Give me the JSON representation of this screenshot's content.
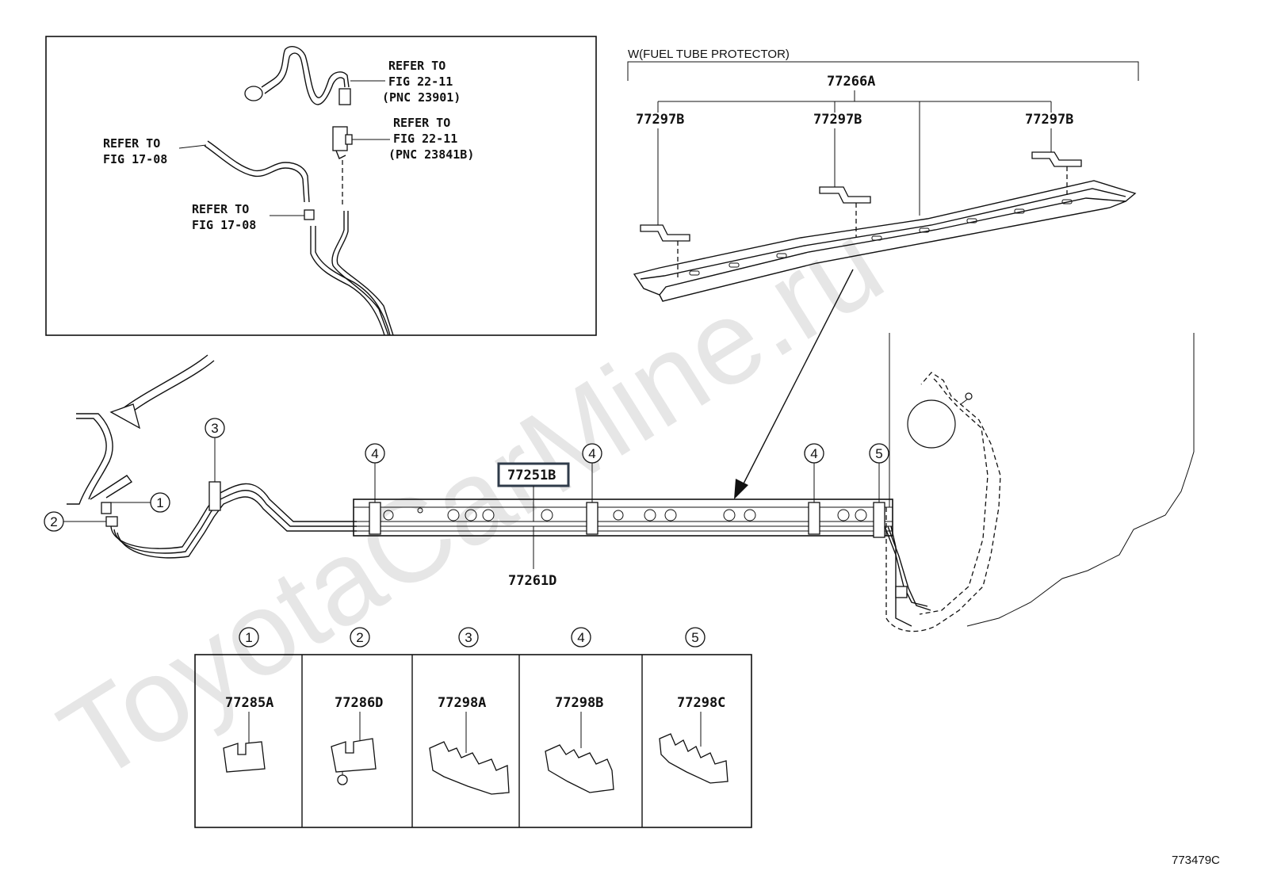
{
  "watermark": "ToyotaCarMine.ru",
  "figure_id": "773479C",
  "inset": {
    "refs": [
      {
        "line1": "REFER TO",
        "line2": "FIG 22-11",
        "line3": "(PNC 23901)"
      },
      {
        "line1": "REFER TO",
        "line2": "FIG 22-11",
        "line3": "(PNC 23841B)"
      },
      {
        "line1": "REFER TO",
        "line2": "FIG 17-08"
      },
      {
        "line1": "REFER TO",
        "line2": "FIG 17-08"
      }
    ]
  },
  "protector": {
    "title": "W(FUEL TUBE PROTECTOR)",
    "assembly": "77266A",
    "brackets": [
      "77297B",
      "77297B",
      "77297B"
    ]
  },
  "main": {
    "highlighted_part": "77251B",
    "tube_part": "77261D",
    "callouts": [
      "1",
      "2",
      "3",
      "4",
      "4",
      "4",
      "5"
    ]
  },
  "clamps": [
    {
      "no": "1",
      "part": "77285A"
    },
    {
      "no": "2",
      "part": "77286D"
    },
    {
      "no": "3",
      "part": "77298A"
    },
    {
      "no": "4",
      "part": "77298B"
    },
    {
      "no": "5",
      "part": "77298C"
    }
  ]
}
